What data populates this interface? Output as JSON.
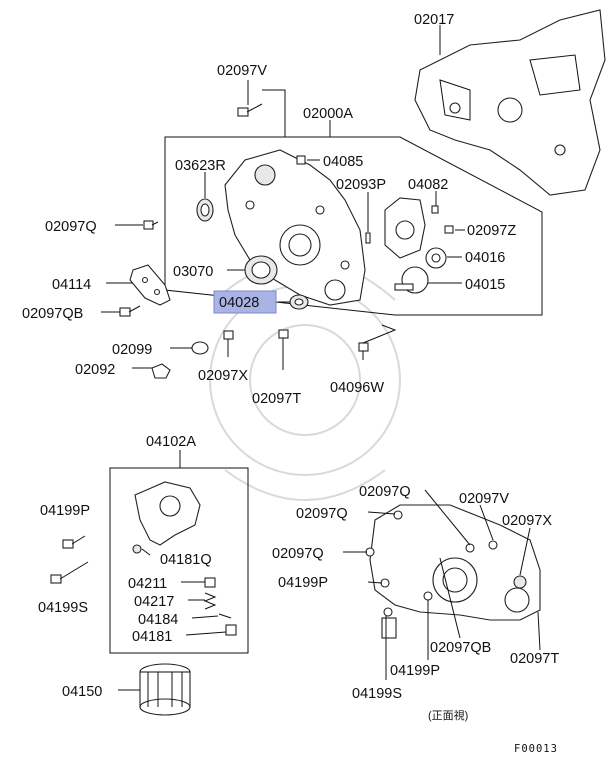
{
  "diagram": {
    "labels": {
      "p02017": "02017",
      "p02097V_top": "02097V",
      "p02000A": "02000A",
      "p03623R": "03623R",
      "p04085": "04085",
      "p02093P": "02093P",
      "p04082": "04082",
      "p02097Q_left": "02097Q",
      "p02097Z": "02097Z",
      "p04016": "04016",
      "p04114": "04114",
      "p03070": "03070",
      "p04015": "04015",
      "p04028": "04028",
      "p02097QB_left": "02097QB",
      "p02099": "02099",
      "p02092": "02092",
      "p02097X_mid": "02097X",
      "p02097T_mid": "02097T",
      "p04096W": "04096W",
      "p04102A": "04102A",
      "p04199P_left": "04199P",
      "p04181Q": "04181Q",
      "p04211": "04211",
      "p04217": "04217",
      "p04184": "04184",
      "p04181": "04181",
      "p04199S_left": "04199S",
      "p04150": "04150",
      "p02097Q_r1": "02097Q",
      "p02097V_r": "02097V",
      "p02097Q_r2": "02097Q",
      "p02097X_r": "02097X",
      "p02097Q_r3": "02097Q",
      "p04199P_r1": "04199P",
      "p02097QB_r": "02097QB",
      "p04199P_r2": "04199P",
      "p02097T_r": "02097T",
      "p04199S_r": "04199S",
      "front_view": "(正面視)",
      "figure_code": "F00013"
    },
    "highlighted_part": "04028",
    "highlight_color": "#aab3e6"
  }
}
